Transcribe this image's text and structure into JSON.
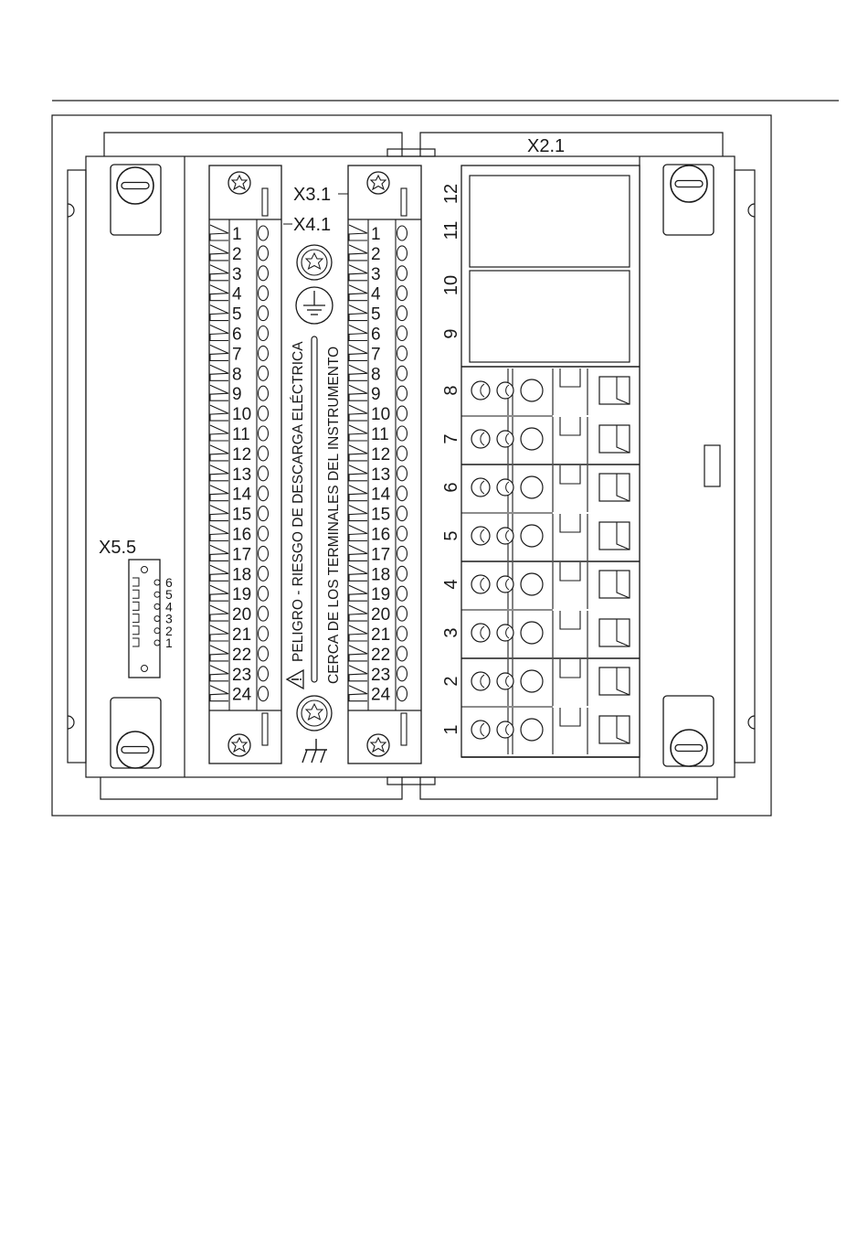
{
  "labels": {
    "x2_1": "X2.1",
    "x3_1": "X3.1",
    "x4_1": "X4.1",
    "x5_5": "X5.5"
  },
  "terminals_x3": [
    "1",
    "2",
    "3",
    "4",
    "5",
    "6",
    "7",
    "8",
    "9",
    "10",
    "11",
    "12",
    "13",
    "14",
    "15",
    "16",
    "17",
    "18",
    "19",
    "20",
    "21",
    "22",
    "23",
    "24"
  ],
  "terminals_x4": [
    "1",
    "2",
    "3",
    "4",
    "5",
    "6",
    "7",
    "8",
    "9",
    "10",
    "11",
    "12",
    "13",
    "14",
    "15",
    "16",
    "17",
    "18",
    "19",
    "20",
    "21",
    "22",
    "23",
    "24"
  ],
  "x5_pins": [
    "6",
    "5",
    "4",
    "3",
    "2",
    "1"
  ],
  "x2_terminals": [
    "12",
    "11",
    "10",
    "9",
    "8",
    "7",
    "6",
    "5",
    "4",
    "3",
    "2",
    "1"
  ],
  "warning": {
    "line1": "PELIGRO - RIESGO DE DESCARGA ELÉCTRICA",
    "line2": "CERCA DE LOS TERMINALES DEL INSTRUMENTO"
  },
  "colors": {
    "stroke": "#1a1a1a",
    "background": "#ffffff"
  },
  "icons": [
    "screw-icon",
    "ground-symbol-icon",
    "chassis-ground-icon",
    "warning-triangle-icon"
  ]
}
